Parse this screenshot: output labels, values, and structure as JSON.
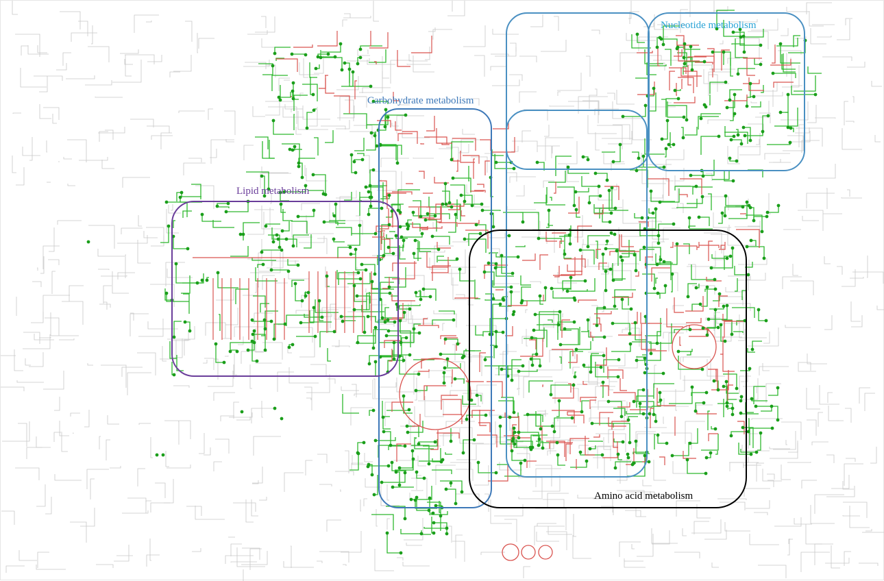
{
  "map": {
    "regions": [
      {
        "id": "nucleotide",
        "label": "Nucleotide  metabolism",
        "color": "#4a90c2"
      },
      {
        "id": "carbohydrate",
        "label": "Carbohydrate  metabolism",
        "color": "#3d78b8"
      },
      {
        "id": "lipid",
        "label": "Lipid  metabolism",
        "color": "#6a3d9a"
      },
      {
        "id": "amino",
        "label": "Amino  acid metabolism",
        "color": "#000000"
      }
    ],
    "colors": {
      "background_network": "#c8c8c8",
      "active_pathway": "#2eb82e",
      "changed_pathway": "#d9534f",
      "node": "#1a9e1a"
    }
  }
}
